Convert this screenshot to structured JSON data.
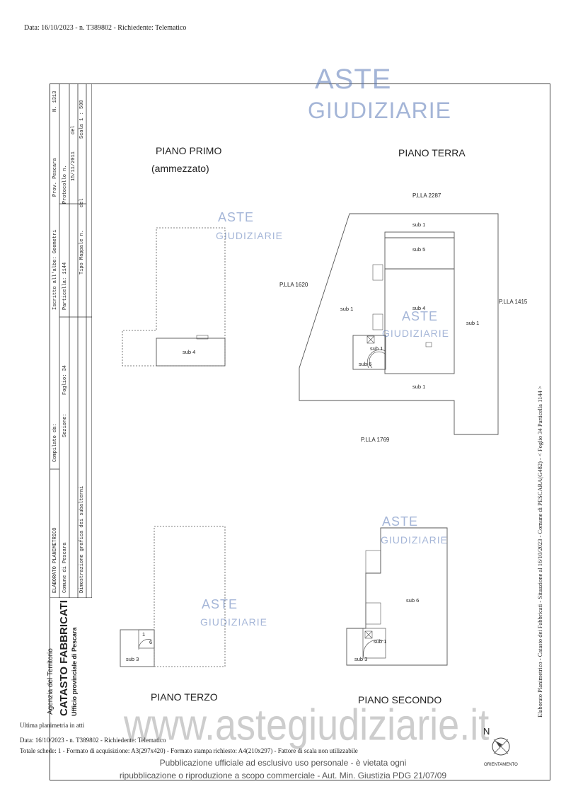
{
  "header": {
    "line": "Data: 16/10/2023 - n. T389802 - Richiedente: Telematico"
  },
  "title_block": {
    "agency": "Agenzia del Territorio",
    "catasto": "CATASTO FABBRICATI",
    "ufficio": "Ufficio provinciale di  Pescara",
    "elaborato": "ELABORATO PLANIMETRICO",
    "compilato": "Compilato da:",
    "comune": "Comune di Pescara",
    "sezione": "Sezione:",
    "dimostrazione": "Dimostrazione grafica dei subalterni",
    "iscritto": "Iscritto all'albo: Geometri",
    "foglio": "Foglio: 34",
    "particella": "Particella: 1144",
    "tipo_mappale": "Tipo Mappale n.",
    "tipo_del": "del",
    "prov": "Prov. Pescara",
    "numero": "N. 1313",
    "protocollo": "Protocollo n.",
    "protocollo_val": "15/11/2011",
    "protocollo_del": "del",
    "scala": "Scala 1 : 500"
  },
  "plans": {
    "primo_title": "PIANO PRIMO",
    "primo_sub": "(ammezzato)",
    "terra_title": "PIANO TERRA",
    "terzo_title": "PIANO TERZO",
    "secondo_title": "PIANO SECONDO"
  },
  "parcels": {
    "north": "P.LLA 2287",
    "west": "P.LLA 1620",
    "east": "P.LLA 1415",
    "south": "P.LLA 1769"
  },
  "subs": {
    "primo_sub4": "sub 4",
    "t_sub1_top": "sub 1",
    "t_sub5": "sub 5",
    "t_sub4": "sub 4",
    "t_sub1_left": "sub 1",
    "t_sub1_right": "sub 1",
    "t_sub1_stair": "sub 1",
    "t_sub6": "sub 6",
    "t_sub1_bottom": "sub 1",
    "terzo_sub3": "sub 3",
    "terzo_1": "1",
    "terzo_6": "6",
    "sec_sub6": "sub 6",
    "sec_sub1": "sub 1",
    "sec_sub3": "sub 3"
  },
  "watermarks": {
    "aste": "ASTE",
    "giudiziarie": "GIUDIZIARIE",
    "site": "www.astegiudiziarie.it"
  },
  "footer": {
    "ultima": "Ultima planimetria in atti",
    "data": "Data: 16/10/2023 - n. T389802 - Richiedente: Telematico",
    "totale": "Totale schede: 1 - Formato di acquisizione: A3(297x420)  - Formato stampa richiesto: A4(210x297) - Fattore di scala non utilizzabile",
    "pub1": "Pubblicazione ufficiale ad esclusivo uso personale - è vietata ogni",
    "pub2": "ripubblicazione o riproduzione a scopo commerciale - Aut. Min. Giustizia PDG 21/07/09",
    "north": "N",
    "orientamento": "ORIENTAMENTO"
  },
  "side_credit": "Elaborato Planimetrico - Catasto dei Fabbricati - Situazione al 16/10/2023 - Comune di PESCARA(G482) - < Foglio 34 Particella 1144 >"
}
